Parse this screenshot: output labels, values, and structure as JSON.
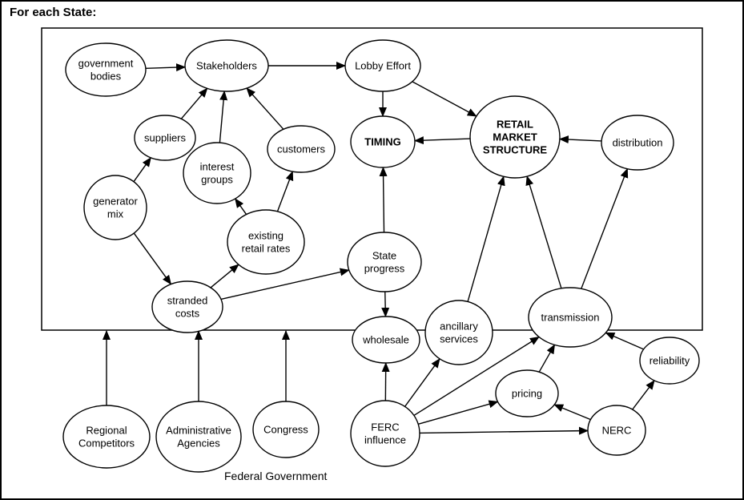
{
  "title": "For each State:",
  "footer": "Federal Government",
  "nodes": {
    "gov_bodies": {
      "lines": [
        "government",
        "bodies"
      ]
    },
    "stakeholders": {
      "lines": [
        "Stakeholders"
      ]
    },
    "lobby": {
      "lines": [
        "Lobby Effort"
      ]
    },
    "timing": {
      "lines": [
        "TIMING"
      ],
      "bold": true
    },
    "retail": {
      "lines": [
        "RETAIL",
        "MARKET",
        "STRUCTURE"
      ],
      "bold": true
    },
    "distribution": {
      "lines": [
        "distribution"
      ]
    },
    "suppliers": {
      "lines": [
        "suppliers"
      ]
    },
    "interest": {
      "lines": [
        "interest",
        "groups"
      ]
    },
    "customers": {
      "lines": [
        "customers"
      ]
    },
    "generator": {
      "lines": [
        "generator",
        "mix"
      ]
    },
    "existing": {
      "lines": [
        "existing",
        "retail rates"
      ]
    },
    "state": {
      "lines": [
        "State",
        "progress"
      ]
    },
    "stranded": {
      "lines": [
        "stranded",
        "costs"
      ]
    },
    "wholesale": {
      "lines": [
        "wholesale"
      ]
    },
    "ancillary": {
      "lines": [
        "ancillary",
        "services"
      ]
    },
    "transmission": {
      "lines": [
        "transmission"
      ]
    },
    "reliability": {
      "lines": [
        "reliability"
      ]
    },
    "pricing": {
      "lines": [
        "pricing"
      ]
    },
    "regional": {
      "lines": [
        "Regional",
        "Competitors"
      ]
    },
    "admin": {
      "lines": [
        "Administrative",
        "Agencies"
      ]
    },
    "congress": {
      "lines": [
        "Congress"
      ]
    },
    "ferc": {
      "lines": [
        "FERC",
        "influence"
      ]
    },
    "nerc": {
      "lines": [
        "NERC"
      ]
    }
  },
  "edges": [
    [
      "gov_bodies",
      "stakeholders"
    ],
    [
      "stakeholders",
      "lobby"
    ],
    [
      "lobby",
      "timing"
    ],
    [
      "lobby",
      "retail"
    ],
    [
      "retail",
      "timing"
    ],
    [
      "distribution",
      "retail"
    ],
    [
      "suppliers",
      "stakeholders"
    ],
    [
      "interest",
      "stakeholders"
    ],
    [
      "customers",
      "stakeholders"
    ],
    [
      "generator",
      "suppliers"
    ],
    [
      "generator",
      "stranded"
    ],
    [
      "existing",
      "interest"
    ],
    [
      "existing",
      "customers"
    ],
    [
      "stranded",
      "existing"
    ],
    [
      "stranded",
      "state"
    ],
    [
      "state",
      "timing"
    ],
    [
      "state",
      "wholesale"
    ],
    [
      "ancillary",
      "retail"
    ],
    [
      "transmission",
      "retail"
    ],
    [
      "transmission",
      "distribution"
    ],
    [
      "reliability",
      "transmission"
    ],
    [
      "pricing",
      "transmission"
    ],
    [
      "ferc",
      "wholesale"
    ],
    [
      "ferc",
      "ancillary"
    ],
    [
      "ferc",
      "transmission"
    ],
    [
      "ferc",
      "pricing"
    ],
    [
      "ferc",
      "nerc"
    ],
    [
      "nerc",
      "pricing"
    ],
    [
      "nerc",
      "reliability"
    ],
    [
      "regional",
      "state_box"
    ],
    [
      "admin",
      "state_box"
    ],
    [
      "congress",
      "state_box"
    ]
  ]
}
